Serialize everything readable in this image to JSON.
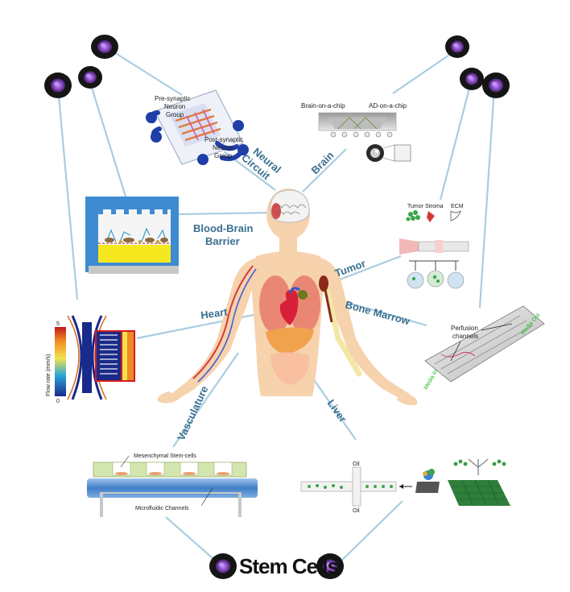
{
  "title": "Stem Cells",
  "labels": {
    "neural_1": "Neural",
    "neural_2": "Circuit",
    "brain": "Brain",
    "bbb_1": "Blood-Brain",
    "bbb_2": "Barrier",
    "tumor": "Tumor",
    "heart": "Heart",
    "bone_marrow": "Bone Marrow",
    "vasculature": "Vasculature",
    "liver": "Liver"
  },
  "neural_chip": {
    "pre_1": "Pre-synaptic",
    "pre_2": "Neuron",
    "pre_3": "Group",
    "post_1": "Post-synaptic",
    "post_2": "Neuron",
    "post_3": "Group"
  },
  "brain_chip": {
    "left": "Brain-on-a-chip",
    "right": "AD-on-a-chip"
  },
  "tumor_chip": {
    "tumor": "Tumor",
    "stroma": "Stroma",
    "ecm": "ECM"
  },
  "heart_chip": {
    "axis": "Flow rate (mm/s)",
    "tick_low": "0",
    "tick_high": "5"
  },
  "bone_chip": {
    "perfusion_1": "Perfusion",
    "perfusion_2": "channels",
    "outlet": "Media Out",
    "inlet": "Media In"
  },
  "vasc_chip": {
    "top": "Mesenchymal Stem-cells",
    "bottom": "Microfluidic Channels"
  },
  "liver_chip": {
    "oil_top": "Oil",
    "oil_bottom": "Oil"
  },
  "colors": {
    "connector": "#a9cde0",
    "label": "#3a6f8f",
    "skin": "#f6d2ad",
    "cell_dark": "#151515",
    "cell_nucleus": "#8a4fc0"
  }
}
